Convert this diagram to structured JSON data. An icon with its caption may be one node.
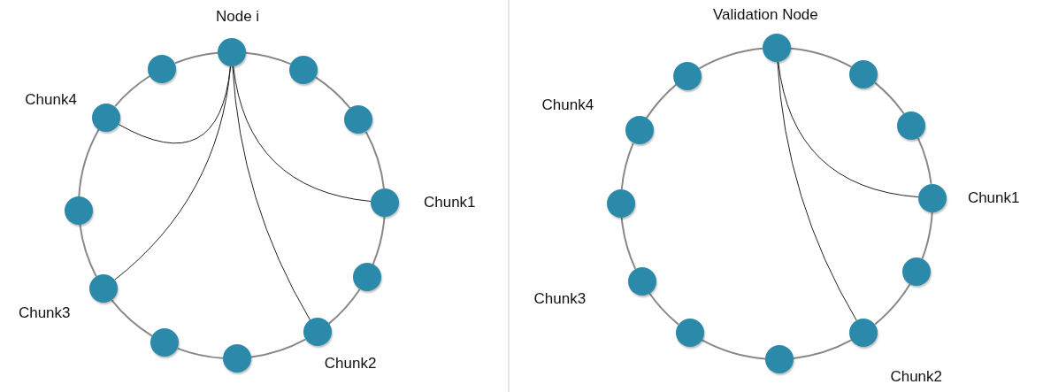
{
  "diagram": {
    "nodes": [
      {
        "text": [],
        "shape": "circle",
        "beside": [
          "Node i"
        ]
      },
      {
        "text": [],
        "shape": "circle"
      },
      {
        "text": [],
        "shape": "circle"
      },
      {
        "text": [],
        "shape": "circle",
        "beside": [
          "Chunk1"
        ]
      },
      {
        "text": [],
        "shape": "circle"
      },
      {
        "text": [],
        "shape": "circle",
        "beside": [
          "Chunk2"
        ]
      },
      {
        "text": [],
        "shape": "circle"
      },
      {
        "text": [],
        "shape": "circle"
      },
      {
        "text": [],
        "shape": "circle",
        "beside": [
          "Chunk3"
        ]
      },
      {
        "text": [],
        "shape": "circle"
      },
      {
        "text": [],
        "shape": "circle",
        "beside": [
          "Chunk4"
        ]
      },
      {
        "text": [],
        "shape": "circle"
      },
      {
        "text": [],
        "shape": "circle",
        "beside": [
          "Validation Node"
        ]
      },
      {
        "text": [],
        "shape": "circle"
      },
      {
        "text": [],
        "shape": "circle"
      },
      {
        "text": [],
        "shape": "circle",
        "beside": [
          "Chunk1"
        ]
      },
      {
        "text": [],
        "shape": "circle"
      },
      {
        "text": [],
        "shape": "circle",
        "beside": [
          "Chunk2"
        ]
      },
      {
        "text": [],
        "shape": "circle"
      },
      {
        "text": [],
        "shape": "circle"
      },
      {
        "text": [],
        "shape": "circle",
        "beside": [
          "Chunk3"
        ]
      },
      {
        "text": [],
        "shape": "circle"
      },
      {
        "text": [],
        "shape": "circle",
        "beside": [
          "Chunk4"
        ]
      },
      {
        "text": [],
        "shape": "circle"
      }
    ],
    "edges": [
      {
        "from": 0,
        "to": 1,
        "arrow": "none"
      },
      {
        "from": 1,
        "to": 2,
        "arrow": "none"
      },
      {
        "from": 2,
        "to": 3,
        "arrow": "none"
      },
      {
        "from": 3,
        "to": 4,
        "arrow": "none"
      },
      {
        "from": 4,
        "to": 5,
        "arrow": "none"
      },
      {
        "from": 5,
        "to": 6,
        "arrow": "none"
      },
      {
        "from": 6,
        "to": 7,
        "arrow": "none"
      },
      {
        "from": 7,
        "to": 8,
        "arrow": "none"
      },
      {
        "from": 8,
        "to": 9,
        "arrow": "none"
      },
      {
        "from": 9,
        "to": 10,
        "arrow": "none"
      },
      {
        "from": 10,
        "to": 11,
        "arrow": "none"
      },
      {
        "from": 11,
        "to": 0,
        "arrow": "none"
      },
      {
        "from": 0,
        "to": 10,
        "arrow": "none",
        "color": "#222222"
      },
      {
        "from": 0,
        "to": 8,
        "arrow": "none",
        "color": "#222222"
      },
      {
        "from": 0,
        "to": 5,
        "arrow": "none",
        "color": "#222222"
      },
      {
        "from": 0,
        "to": 3,
        "arrow": "none",
        "color": "#222222"
      },
      {
        "from": 12,
        "to": 13,
        "arrow": "none"
      },
      {
        "from": 13,
        "to": 14,
        "arrow": "none"
      },
      {
        "from": 14,
        "to": 15,
        "arrow": "none"
      },
      {
        "from": 15,
        "to": 16,
        "arrow": "none"
      },
      {
        "from": 16,
        "to": 17,
        "arrow": "none"
      },
      {
        "from": 17,
        "to": 18,
        "arrow": "none"
      },
      {
        "from": 18,
        "to": 19,
        "arrow": "none"
      },
      {
        "from": 19,
        "to": 20,
        "arrow": "none"
      },
      {
        "from": 20,
        "to": 21,
        "arrow": "none"
      },
      {
        "from": 21,
        "to": 22,
        "arrow": "none"
      },
      {
        "from": 22,
        "to": 23,
        "arrow": "none"
      },
      {
        "from": 23,
        "to": 12,
        "arrow": "none"
      },
      {
        "from": 12,
        "to": 15,
        "arrow": "none",
        "color": "#222222"
      },
      {
        "from": 12,
        "to": 17,
        "arrow": "none",
        "color": "#222222"
      }
    ]
  }
}
